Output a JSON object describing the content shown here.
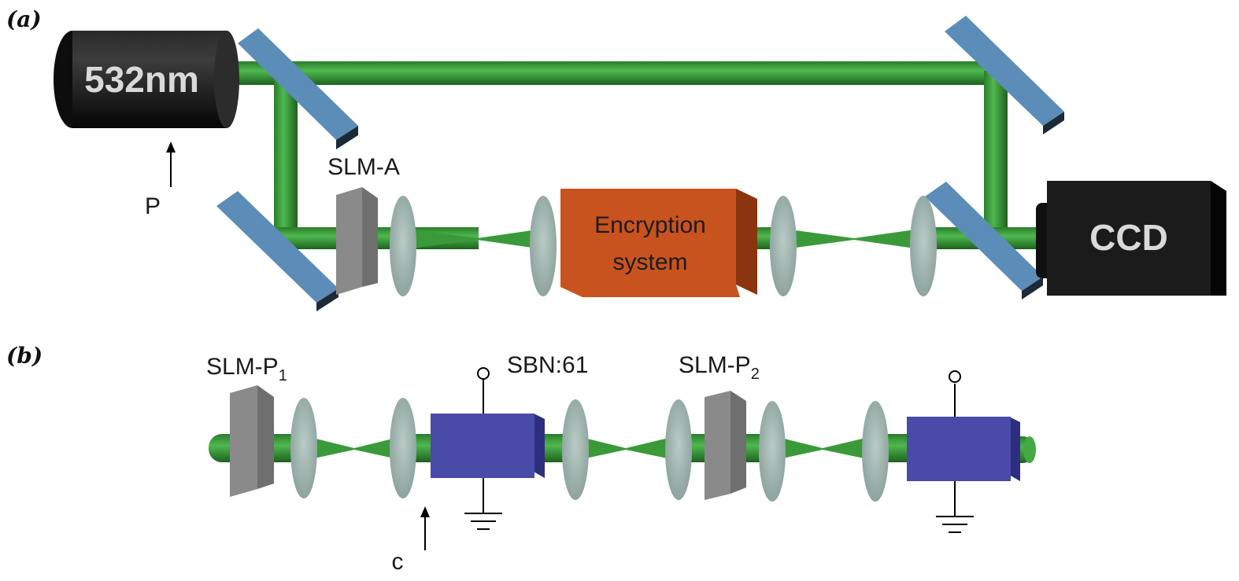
{
  "panels": {
    "a": "(a)",
    "b": "(b)"
  },
  "labels": {
    "laser": "532nm",
    "ccd": "CCD",
    "slm_a": "SLM-A",
    "encryption_line1": "Encryption",
    "encryption_line2": "system",
    "pointer_p": "P",
    "slm_p1_base": "SLM-P",
    "slm_p1_sub": "1",
    "slm_p2_base": "SLM-P",
    "slm_p2_sub": "2",
    "sbn": "SBN:61",
    "pointer_c": "c"
  },
  "colors": {
    "beam": "#3a9a3a",
    "beam_dark": "#1f6e1f",
    "mirror": "#5b8db8",
    "mirror_dark": "#1c2a38",
    "slm": "#8a8a8a",
    "lens": "#9fb3ae",
    "crystal": "#4a4aa8",
    "encryption": "#c8531e",
    "laser_body": "#151515"
  }
}
